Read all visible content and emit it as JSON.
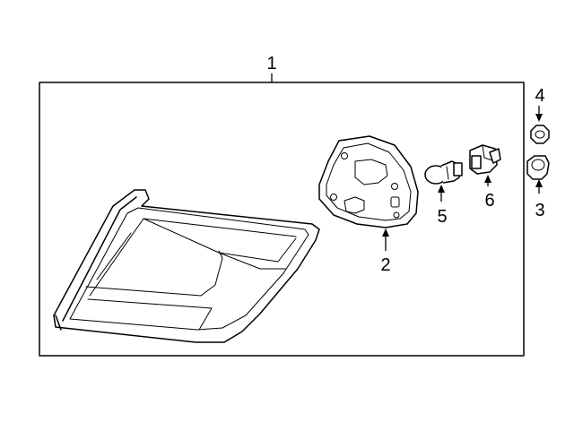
{
  "callouts": {
    "c1": "1",
    "c2": "2",
    "c3": "3",
    "c4": "4",
    "c5": "5",
    "c6": "6"
  },
  "parts": {
    "p1": "tail-lamp-assembly",
    "p2": "gasket",
    "p3": "grommet",
    "p4": "nut",
    "p5": "bulb",
    "p6": "socket"
  }
}
